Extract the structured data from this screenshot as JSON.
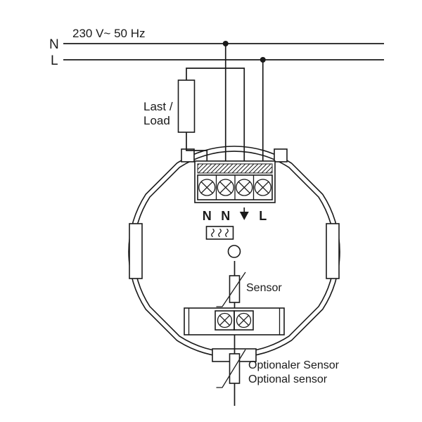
{
  "diagram": {
    "supply": {
      "voltage": "230 V~ 50 Hz",
      "neutral": "N",
      "line": "L"
    },
    "load": {
      "line1": "Last /",
      "line2": "Load"
    },
    "device": {
      "terminals": [
        "N",
        "N",
        "▼",
        "L"
      ],
      "sensor": "Sensor"
    },
    "optional_sensor": {
      "line1": "Optionaler Sensor",
      "line2": "Optional sensor"
    },
    "icons": {
      "screw": "cross-slot-screw",
      "heating": "heat-wave",
      "switched_output": "arrow-down",
      "thermistor": "box-with-diagonal"
    },
    "colors": {
      "stroke": "#1a1a1a",
      "background": "#ffffff"
    }
  }
}
